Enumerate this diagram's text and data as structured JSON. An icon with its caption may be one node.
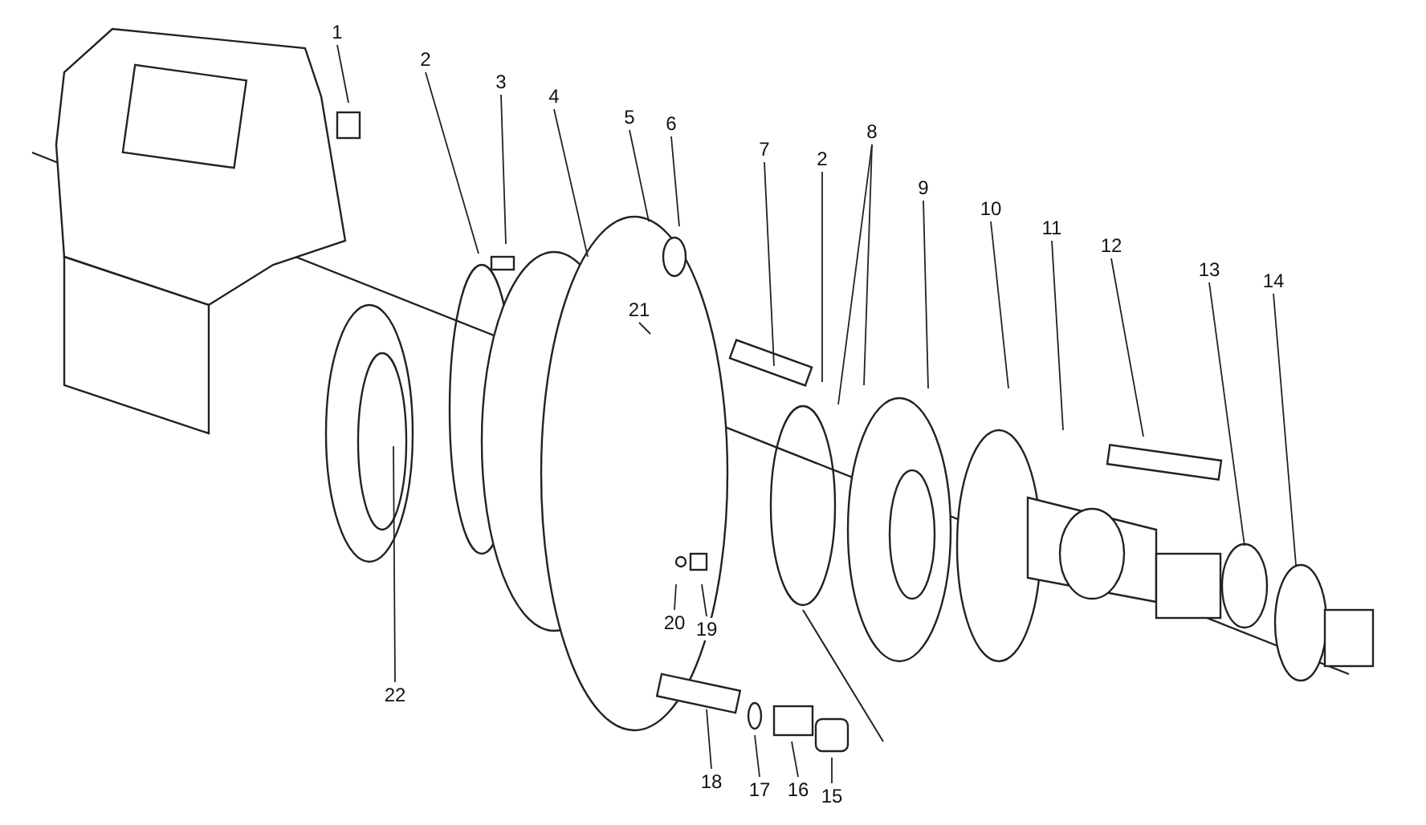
{
  "diagram": {
    "nodes": [
      {
        "text": [
          "1"
        ]
      },
      {
        "text": [
          "2"
        ]
      },
      {
        "text": [
          "3"
        ]
      },
      {
        "text": [
          "4"
        ]
      },
      {
        "text": [
          "5"
        ]
      },
      {
        "text": [
          "6"
        ]
      },
      {
        "text": [
          "7"
        ]
      },
      {
        "text": [
          "2"
        ]
      },
      {
        "text": [
          "8"
        ]
      },
      {
        "text": [
          "9"
        ]
      },
      {
        "text": [
          "10"
        ]
      },
      {
        "text": [
          "11"
        ]
      },
      {
        "text": [
          "12"
        ]
      },
      {
        "text": [
          "13"
        ]
      },
      {
        "text": [
          "14"
        ]
      },
      {
        "text": [
          "21"
        ]
      },
      {
        "text": [
          "20"
        ]
      },
      {
        "text": [
          "19"
        ]
      },
      {
        "text": [
          "22"
        ]
      },
      {
        "text": [
          "18"
        ]
      },
      {
        "text": [
          "17"
        ]
      },
      {
        "text": [
          "16"
        ]
      },
      {
        "text": [
          "15"
        ]
      }
    ],
    "edges": [
      {
        "from": 0,
        "to": null,
        "arrow": "none"
      },
      {
        "from": 1,
        "to": null,
        "arrow": "none"
      },
      {
        "from": 2,
        "to": null,
        "arrow": "none"
      },
      {
        "from": 3,
        "to": null,
        "arrow": "none"
      },
      {
        "from": 4,
        "to": null,
        "arrow": "none"
      },
      {
        "from": 5,
        "to": null,
        "arrow": "none"
      },
      {
        "from": 6,
        "to": null,
        "arrow": "none"
      },
      {
        "from": 7,
        "to": null,
        "arrow": "none"
      },
      {
        "from": 8,
        "to": null,
        "arrow": "none"
      },
      {
        "from": 8,
        "to": null,
        "arrow": "none"
      },
      {
        "from": 9,
        "to": null,
        "arrow": "none"
      },
      {
        "from": 10,
        "to": null,
        "arrow": "none"
      },
      {
        "from": 11,
        "to": null,
        "arrow": "none"
      },
      {
        "from": 12,
        "to": null,
        "arrow": "none"
      },
      {
        "from": 13,
        "to": null,
        "arrow": "none"
      },
      {
        "from": 14,
        "to": null,
        "arrow": "none"
      },
      {
        "from": 15,
        "to": null,
        "arrow": "none"
      },
      {
        "from": 16,
        "to": null,
        "arrow": "none"
      },
      {
        "from": 17,
        "to": null,
        "arrow": "none"
      },
      {
        "from": 18,
        "to": null,
        "arrow": "none"
      },
      {
        "from": 19,
        "to": null,
        "arrow": "none"
      },
      {
        "from": 20,
        "to": null,
        "arrow": "none"
      },
      {
        "from": 21,
        "to": null,
        "arrow": "none"
      },
      {
        "from": 22,
        "to": null,
        "arrow": "none"
      }
    ]
  }
}
